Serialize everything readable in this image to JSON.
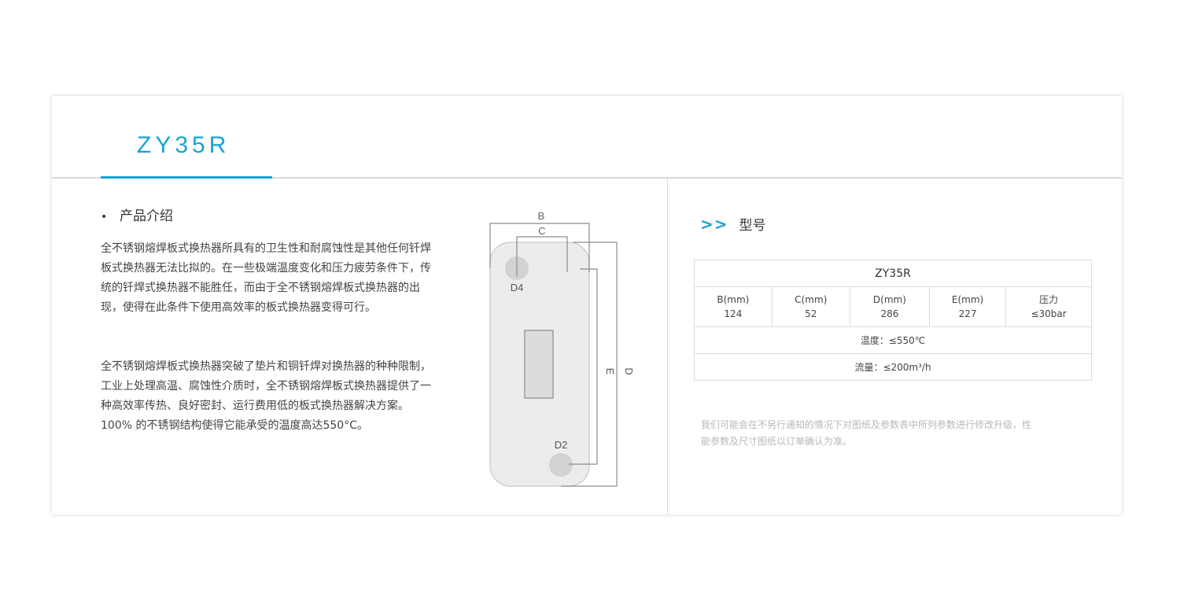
{
  "product": {
    "title": "ZY35R"
  },
  "intro": {
    "heading": "产品介绍",
    "bullet": "•",
    "paragraphs": [
      "全不锈钢熔焊板式换热器所具有的卫生性和耐腐蚀性是其他任何钎焊板式换热器无法比拟的。在一些极端温度变化和压力疲劳条件下，传统的钎焊式换热器不能胜任，而由于全不锈钢熔焊板式换热器的出现，使得在此条件下使用高效率的板式换热器变得可行。",
      "全不锈钢熔焊板式换热器突破了垫片和铜钎焊对换热器的种种限制，工业上处理高温、腐蚀性介质时，全不锈钢熔焊板式换热器提供了一种高效率传热、良好密封、运行费用低的板式换热器解决方案。100% 的不锈钢结构使得它能承受的温度高达550°C。"
    ]
  },
  "diagram": {
    "labels": {
      "B": "B",
      "C": "C",
      "D": "D",
      "E": "E",
      "D4": "D4",
      "D2": "D2"
    }
  },
  "model": {
    "arrows": ">>",
    "heading": "型号",
    "table": {
      "title": "ZY35R",
      "columns": [
        {
          "name": "B(mm)",
          "value": "124"
        },
        {
          "name": "C(mm)",
          "value": "52"
        },
        {
          "name": "D(mm)",
          "value": "286"
        },
        {
          "name": "E(mm)",
          "value": "227"
        },
        {
          "name": "压力",
          "value": "≤30bar"
        }
      ],
      "temperature": "温度：≤550℃",
      "flow": "流量：≤200m³/h"
    },
    "disclaimer": "我们可能会在不另行通知的情况下对图纸及参数表中所列参数进行修改升级，性能参数及尺寸图纸以订单确认为准。"
  },
  "colors": {
    "accent": "#1aa3d1",
    "divider": "#d9d9d9"
  }
}
